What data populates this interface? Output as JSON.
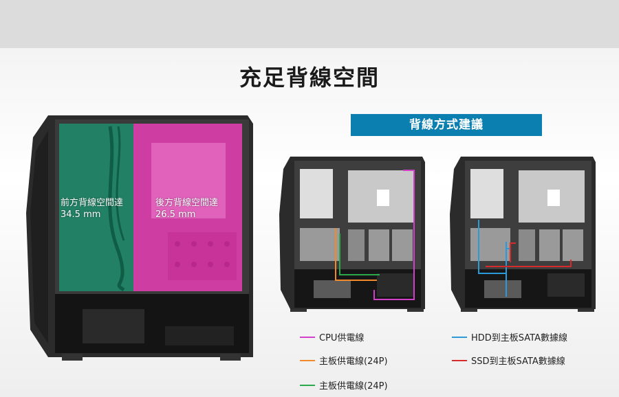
{
  "title": "充足背線空間",
  "banner": "背線方式建議",
  "left_case": {
    "front_label": "前方背線空間達",
    "front_value": "34.5 mm",
    "rear_label": "後方背線空間達",
    "rear_value": "26.5 mm",
    "front_color": "#1f8a6a",
    "rear_color": "#e23fb0"
  },
  "legend": [
    {
      "label": "CPU供電線",
      "color": "#d23fc9"
    },
    {
      "label": "主板供電線(24P)",
      "color": "#f08a2a"
    },
    {
      "label": "主板供電線(24P)",
      "color": "#2aa84a"
    },
    {
      "label": "HDD到主板SATA數據線",
      "color": "#2a9ad8"
    },
    {
      "label": "SSD到主板SATA數據線",
      "color": "#d82a2a"
    }
  ]
}
